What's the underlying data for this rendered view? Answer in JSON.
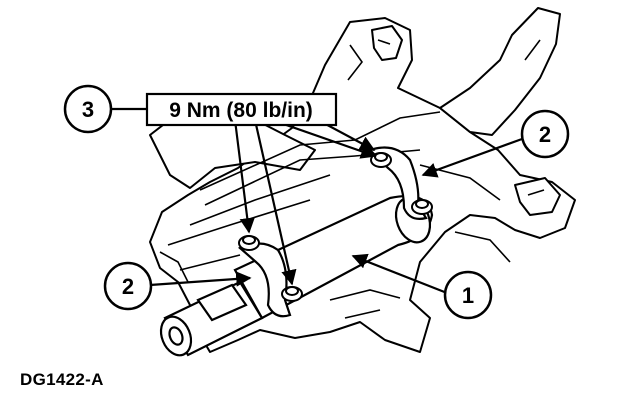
{
  "callouts": [
    {
      "id": "callout-3",
      "number": "3"
    },
    {
      "id": "callout-2-right",
      "number": "2"
    },
    {
      "id": "callout-2-left",
      "number": "2"
    },
    {
      "id": "callout-1",
      "number": "1"
    }
  ],
  "torque_spec": "9 Nm (80 lb/in)",
  "figure_id": "DG1422-A",
  "colors": {
    "line": "#000000",
    "background": "#ffffff"
  }
}
